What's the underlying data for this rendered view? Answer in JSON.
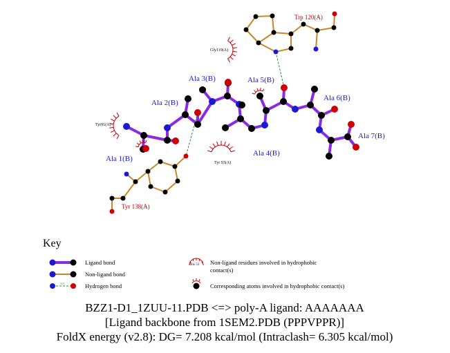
{
  "ligand_residues": [
    {
      "label": "Ala 1(B)"
    },
    {
      "label": "Ala 2(B)"
    },
    {
      "label": "Ala 3(B)"
    },
    {
      "label": "Ala 4(B)"
    },
    {
      "label": "Ala 5(B)"
    },
    {
      "label": "Ala 6(B)"
    },
    {
      "label": "Ala 7(B)"
    }
  ],
  "protein_residues": [
    {
      "label": "Trp 120(A)"
    },
    {
      "label": "Tyr 138(A)"
    }
  ],
  "hydrophobic_residues": [
    {
      "label": "Gly119(A)"
    },
    {
      "label": "Tyr91(A)"
    },
    {
      "label": "Tyr 93(A)"
    }
  ],
  "key": {
    "title": "Key",
    "ligand_bond": "Ligand bond",
    "non_ligand_bond": "Non-ligand bond",
    "hydrogen_bond": "Hydrogen bond",
    "hb_distance": "3.0",
    "his_example": "His 53",
    "hydrophobic_line1": "Non-ligand residues involved in hydrophobic",
    "hydrophobic_line2": "contact(s)",
    "corresponding_atoms": "Corresponding atoms involved in hydrophobic contact(s)"
  },
  "caption": {
    "line1": "BZZ1-D1_1ZUU-11.PDB <=> poly-A ligand: AAAAAAA",
    "line2": "[Ligand backbone from 1SEM2.PDB (PPPVPPR)]",
    "line3": "FoldX energy (v2.8): DG= 7.208 kcal/mol (Intraclash= 6.305 kcal/mol)"
  },
  "colors": {
    "ligand_bond": "#8a2be2",
    "non_ligand_bond": "#c8882a",
    "hydrogen_bond": "#2e8b2e",
    "carbon": "#000000",
    "nitrogen": "#1a1ad0",
    "oxygen": "#d00000"
  }
}
